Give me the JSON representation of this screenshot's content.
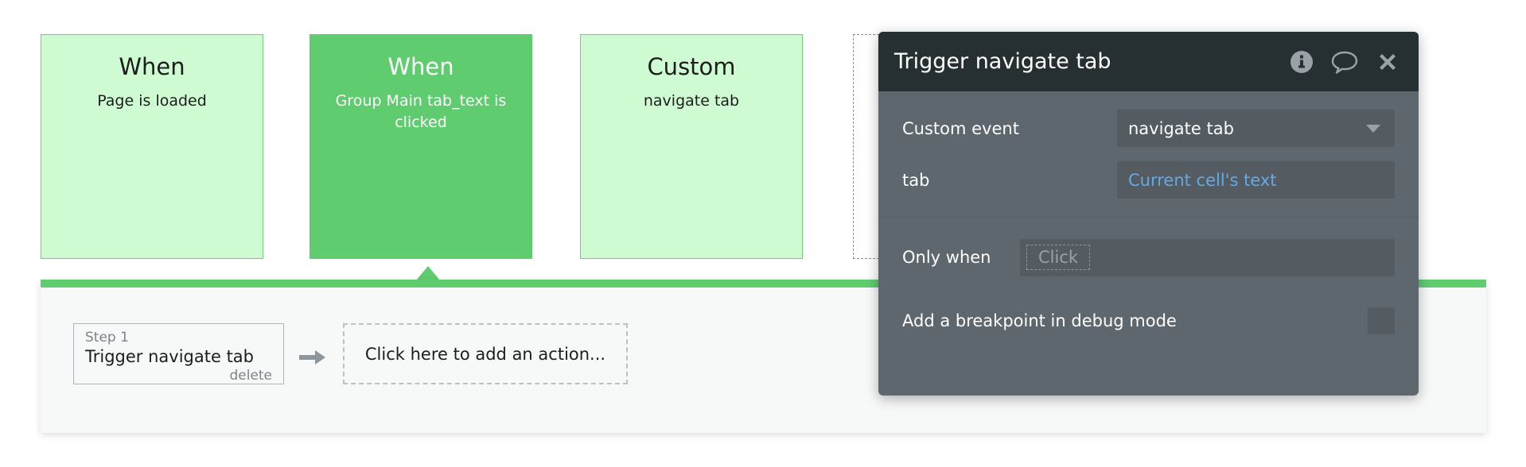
{
  "workflow": {
    "event_cards": [
      {
        "title": "When",
        "subtitle": "Page is loaded",
        "state": "normal"
      },
      {
        "title": "When",
        "subtitle": "Group Main tab_text is clicked",
        "state": "selected"
      },
      {
        "title": "Custom",
        "subtitle": "navigate tab",
        "state": "normal"
      },
      {
        "title": "",
        "subtitle": "",
        "state": "placeholder"
      }
    ],
    "actions": {
      "step": {
        "label": "Step 1",
        "title": "Trigger navigate tab",
        "delete_label": "delete"
      },
      "arrow_icon": "arrow-right-icon",
      "add_action_label": "Click here to add an action..."
    }
  },
  "property_editor": {
    "title": "Trigger navigate tab",
    "header_icons": [
      {
        "name": "info-icon",
        "glyph": "i"
      },
      {
        "name": "comment-icon",
        "glyph": "speech-bubble"
      },
      {
        "name": "close-icon",
        "glyph": "x"
      }
    ],
    "fields": [
      {
        "label": "Custom event",
        "value": "navigate tab",
        "type": "dropdown"
      },
      {
        "label": "tab",
        "value": "Current cell's text",
        "type": "dynamic"
      }
    ],
    "only_when": {
      "label": "Only when",
      "placeholder": "Click",
      "value": ""
    },
    "breakpoint": {
      "label": "Add a breakpoint in debug mode",
      "checked": false
    }
  },
  "colors": {
    "card_light_green": "#cffbd3",
    "card_selected_green": "#5fcc70",
    "card_border_green": "#6fce7f",
    "panel_bar_green": "#5fcc70",
    "editor_header_dark": "#262f31",
    "editor_body_gray": "#5f676e",
    "editor_field_gray": "#545b61",
    "dynamic_text_blue": "#63a9e8",
    "muted_text": "#7c8589",
    "page_background": "#ffffff",
    "action_panel_bg": "#f7f8f8"
  }
}
